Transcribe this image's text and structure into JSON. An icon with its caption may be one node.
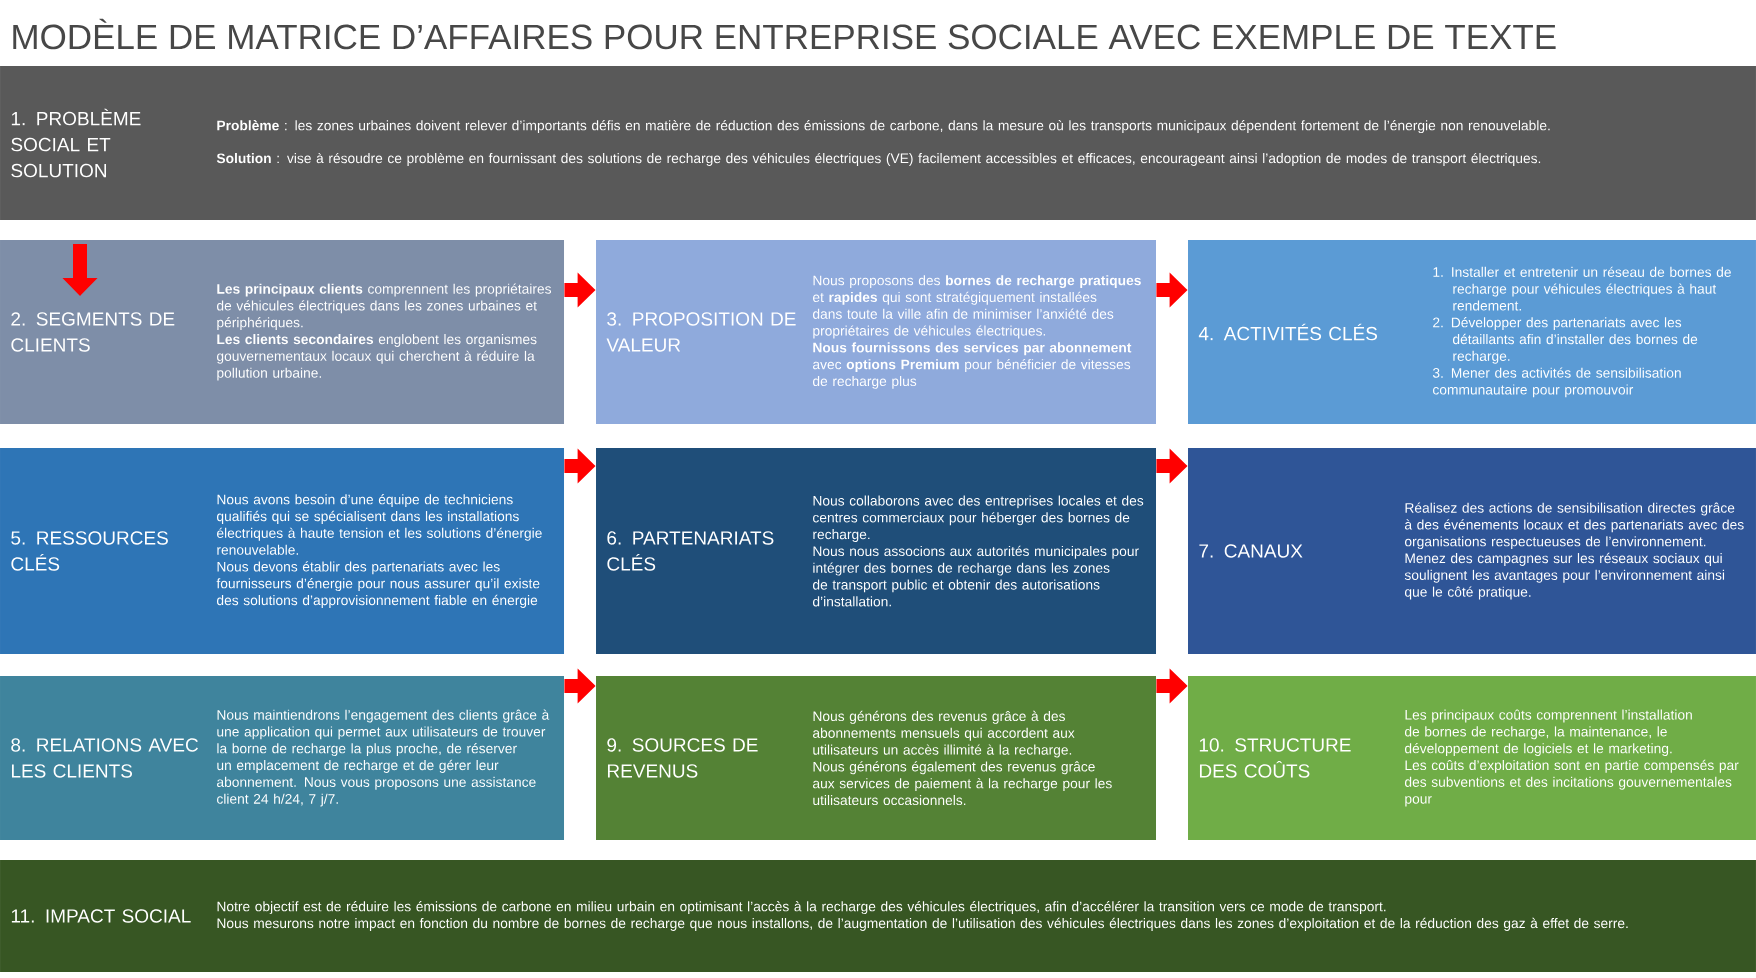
{
  "diagram": {
    "title": "MODÈLE DE MATRICE D’AFFAIRES POUR ENTREPRISE SOCIALE AVEC EXEMPLE DE TEXTE",
    "nodes": [
      {
        "text": [
          "1. PROBLÈME SOCIAL ET SOLUTION",
          "**Problème** : les zones urbaines doivent relever d’importants défis en matière de réduction des émissions de carbone, dans la mesure où les transports municipaux dépendent fortement de l’énergie non renouvelable.",
          "**Solution** : vise à résoudre ce problème en fournissant des solutions de recharge des véhicules électriques (VE) facilement accessibles et efficaces, encourageant ainsi l’adoption de modes de transport électriques."
        ]
      },
      {
        "text": [
          "2. SEGMENTS DE CLIENTS",
          "**Les principaux clients** comprennent les propriétaires de véhicules électriques dans les zones urbaines et périphériques.",
          "**Les clients secondaires** englobent les organismes gouvernementaux locaux qui cherchent à réduire la pollution urbaine."
        ]
      },
      {
        "text": [
          "3. PROPOSITION DE VALEUR",
          "Nous proposons des **bornes de recharge pratiques** et **rapides** qui sont stratégiquement installées dans toute la ville afin de minimiser l’anxiété des propriétaires de véhicules électriques.",
          "**Nous fournissons des services par abonnement** avec **options Premium** pour bénéficier de vitesses de recharge plus"
        ]
      },
      {
        "text": [
          "4. ACTIVITÉS CLÉS",
          "1. Installer et entretenir un réseau de bornes de recharge pour véhicules électriques à haut rendement.",
          "2. Développer des partenariats avec les détaillants afin d’installer des bornes de recharge.",
          "3. Mener des activités de sensibilisation communautaire pour promouvoir"
        ]
      },
      {
        "text": [
          "5. RESSOURCES CLÉS",
          "Nous avons besoin d’une équipe de techniciens qualifiés qui se spécialisent dans les installations électriques à haute tension et les solutions d’énergie renouvelable.",
          "Nous devons établir des partenariats avec les fournisseurs d’énergie pour nous assurer qu’il existe des solutions d’approvisionnement fiable en énergie"
        ]
      },
      {
        "text": [
          "6. PARTENARIATS CLÉS",
          "Nous collaborons avec des entreprises locales et des centres commerciaux pour héberger des bornes de recharge.",
          "Nous nous associons aux autorités municipales pour intégrer des bornes de recharge dans les zones de transport public et obtenir des autorisations d’installation."
        ]
      },
      {
        "text": [
          "7. CANAUX",
          "Réalisez des actions de sensibilisation directes grâce à des événements locaux et des partenariats avec des organisations respectueuses de l’environnement.",
          "Menez des campagnes sur les réseaux sociaux qui soulignent les avantages pour l’environnement ainsi que le côté pratique."
        ]
      },
      {
        "text": [
          "8. RELATIONS AVEC LES CLIENTS",
          "Nous maintiendrons l’engagement des clients grâce à une application qui permet aux utilisateurs de trouver la borne de recharge la plus proche, de réserver un emplacement de recharge et de gérer leur abonnement. Nous vous proposons une assistance client 24 h/24, 7 j/7."
        ]
      },
      {
        "text": [
          "9. SOURCES DE REVENUS",
          "Nous générons des revenus grâce à des abonnements mensuels qui accordent aux utilisateurs un accès illimité à la recharge.",
          "Nous générons également des revenus grâce aux services de paiement à la recharge pour les utilisateurs occasionnels."
        ]
      },
      {
        "text": [
          "10. STRUCTURE DES COÛTS",
          "Les principaux coûts comprennent l’installation de bornes de recharge, la maintenance, le développement de logiciels et le marketing.",
          "Les coûts d’exploitation sont en partie compensés par des subventions et des incitations gouvernementales pour"
        ]
      },
      {
        "text": [
          "11. IMPACT SOCIAL",
          "Notre objectif est de réduire les émissions de carbone en milieu urbain en optimisant l’accès à la recharge des véhicules électriques, afin d’accélérer la transition vers ce mode de transport.",
          "Nous mesurons notre impact en fonction du nombre de bornes de recharge que nous installons, de l’augmentation de l’utilisation des véhicules électriques dans les zones d’exploitation et de la réduction des gaz à effet de serre."
        ]
      }
    ],
    "edges": [
      {
        "from": 1,
        "to": 2,
        "arrow": "to"
      },
      {
        "from": 2,
        "to": 3,
        "arrow": "to"
      },
      {
        "from": 4,
        "to": 5,
        "arrow": "to"
      },
      {
        "from": 5,
        "to": 6,
        "arrow": "to"
      },
      {
        "from": 7,
        "to": 8,
        "arrow": "to"
      },
      {
        "from": 8,
        "to": 9,
        "arrow": "to"
      }
    ]
  }
}
